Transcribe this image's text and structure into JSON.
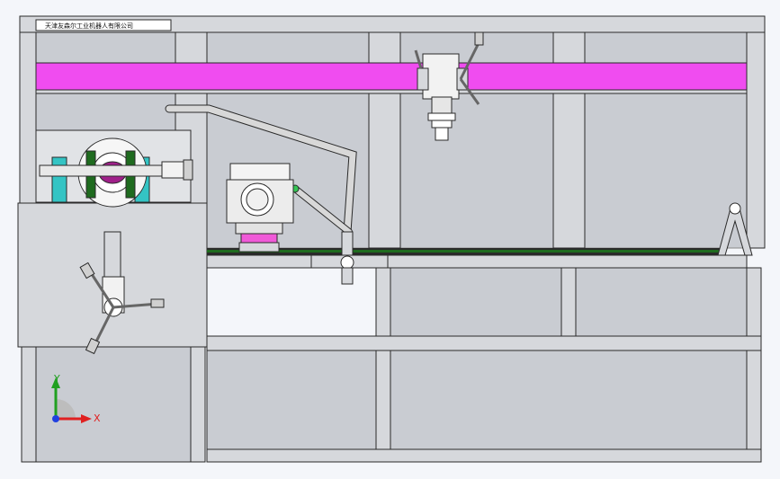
{
  "title_block": {
    "company": "天津友森尔工业机器人有限公司"
  },
  "triad": {
    "y_label": "Y",
    "x_label": "X"
  },
  "colors": {
    "background": "#f4f6fa",
    "frame_fill": "#d6d8dc",
    "frame_stroke": "#2a2a2a",
    "backdrop": "#c9ccd2",
    "beam": "#f04cf0",
    "rail": "#1f6b1f",
    "teal": "#34c4c4",
    "green": "#1f6b1f",
    "triad_x": "#e02020",
    "triad_y": "#20a020",
    "triad_z": "#2040e0"
  }
}
